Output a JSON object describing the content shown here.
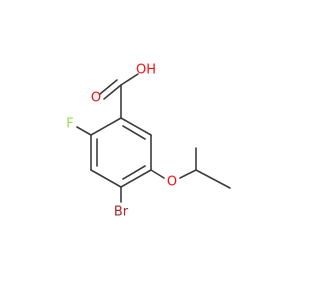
{
  "atoms": {
    "oh": {
      "text": "OH",
      "color": "#ff0d0d"
    },
    "o_carbonyl": {
      "text": "O",
      "color": "#ff0d0d"
    },
    "f": {
      "text": "F",
      "color": "#90e050"
    },
    "br": {
      "text": "Br",
      "color": "#a62929"
    },
    "o_ether": {
      "text": "O",
      "color": "#ff0d0d"
    }
  },
  "colors": {
    "bond": "#3c3c3c",
    "background": "#ffffff"
  }
}
